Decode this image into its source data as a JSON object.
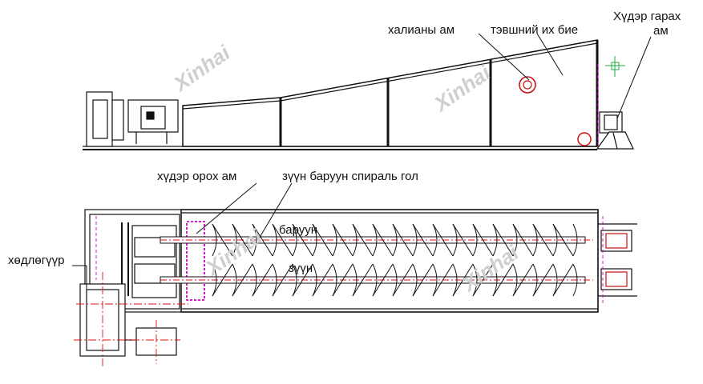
{
  "labels": {
    "overflow_hole": "халианы ам",
    "tank_body": "тэвшний их бие",
    "discharge_top": "Хүдэр гарах",
    "discharge_bottom": "ам",
    "feed_inlet": "хүдэр орох ам",
    "spiral_shaft": "зүүн баруун спираль гол",
    "right_spiral": "баруун",
    "left_spiral": "зүүн",
    "drive": "хөдлөгүүр"
  },
  "watermark": "Xinhai",
  "colors": {
    "line": "#111111",
    "centerline": "#e01010",
    "hidden": "#cc00cc",
    "mark": "#22aa44"
  }
}
